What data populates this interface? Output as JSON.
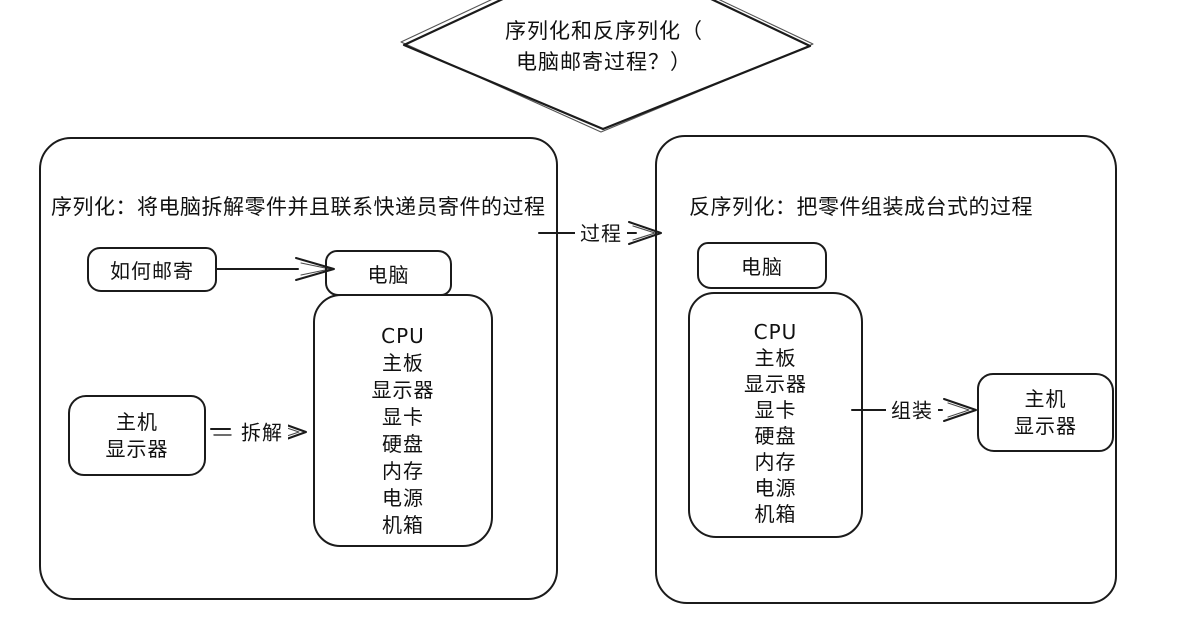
{
  "diamond": {
    "line1": "序列化和反序列化（",
    "line2": "电脑邮寄过程？）"
  },
  "left_panel": {
    "title": "序列化：将电脑拆解零件并且联系快递员寄件的过程",
    "mail_question_box": "如何邮寄",
    "computer_box": "电脑",
    "parts": [
      "CPU",
      "主板",
      "显示器",
      "显卡",
      "硬盘",
      "内存",
      "电源",
      "机箱"
    ],
    "host_box_line1": "主机",
    "host_box_line2": "显示器",
    "disassemble_label": "拆解"
  },
  "middle": {
    "process_label": "过程"
  },
  "right_panel": {
    "title": "反序列化：把零件组装成台式的过程",
    "computer_box": "电脑",
    "parts": [
      "CPU",
      "主板",
      "显示器",
      "显卡",
      "硬盘",
      "内存",
      "电源",
      "机箱"
    ],
    "assemble_label": "组装",
    "host_box_line1": "主机",
    "host_box_line2": "显示器"
  },
  "colors": {
    "stroke": "#1b1b1b",
    "background": "#ffffff"
  }
}
